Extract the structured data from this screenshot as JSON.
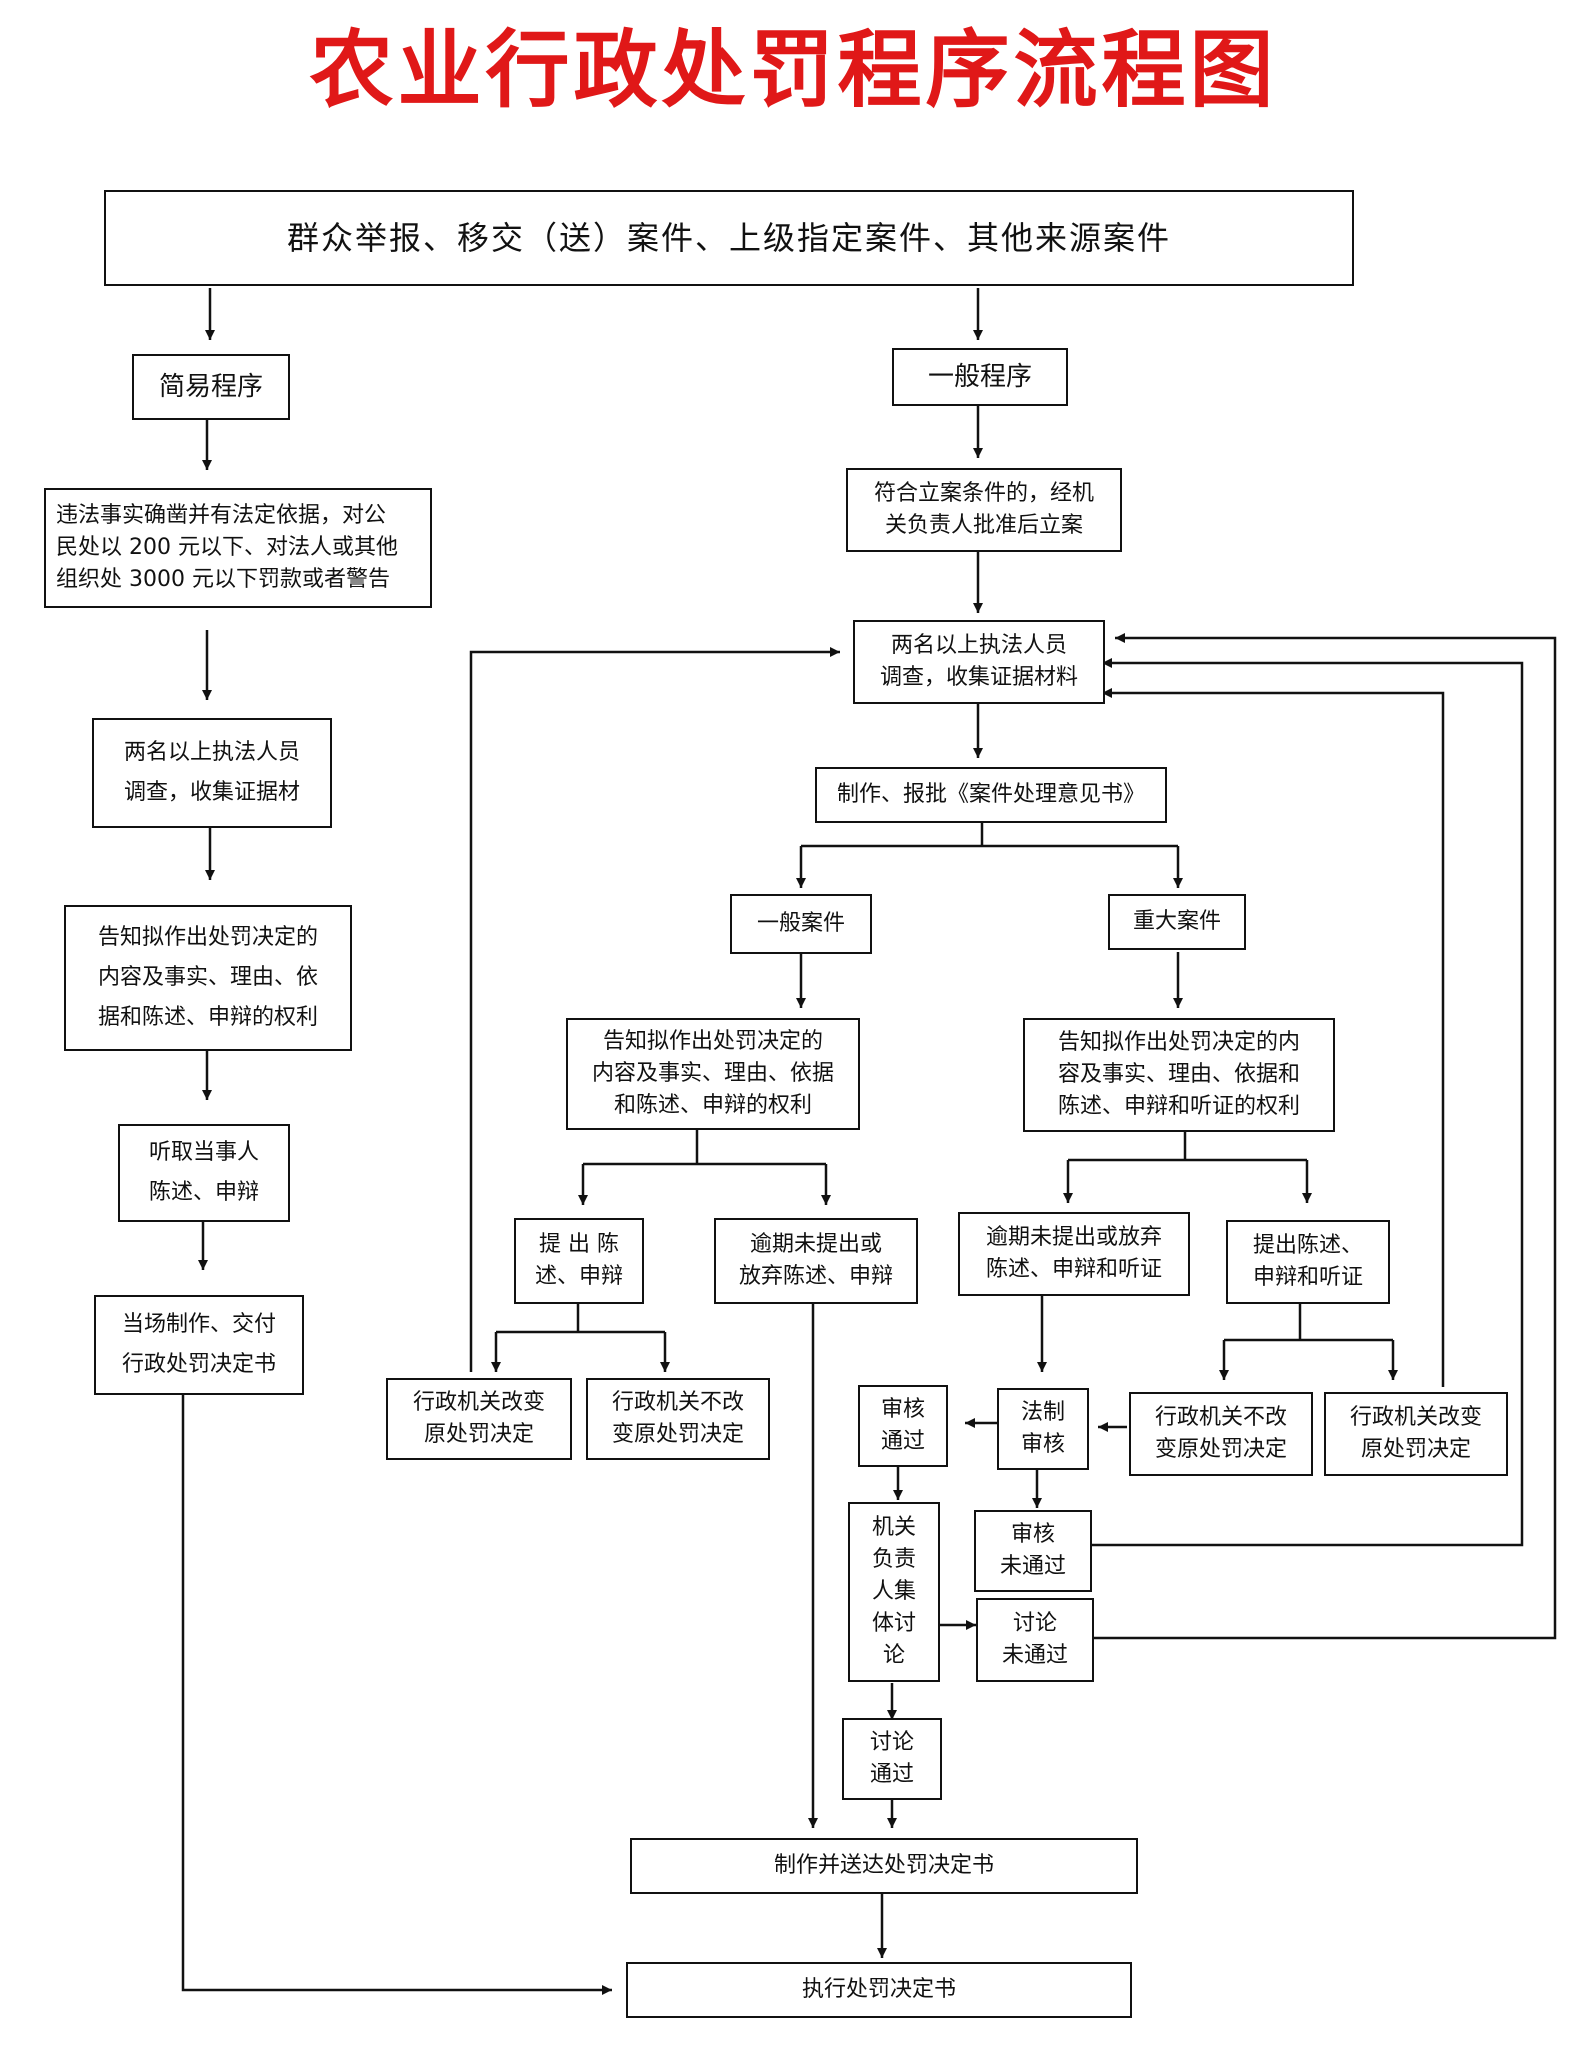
{
  "title": "农业行政处罚程序流程图",
  "nodes": {
    "source": "群众举报、移交（送）案件、上级指定案件、其他来源案件",
    "simple_procedure": "简易程序",
    "general_procedure": "一般程序",
    "simple_condition": "违法事实确凿并有法定依据，对公\n民处以 200 元以下、对法人或其他\n组织处 3000 元以下罚款或者警告",
    "simple_investigate": "两名以上执法人员\n调查，收集证据材",
    "simple_notify": "告知拟作出处罚决定的\n内容及事实、理由、依\n据和陈述、申辩的权利",
    "simple_hear": "听取当事人\n陈述、申辩",
    "simple_decision": "当场制作、交付\n行政处罚决定书",
    "filing": "符合立案条件的，经机\n关负责人批准后立案",
    "investigate": "两名以上执法人员\n调查，收集证据材料",
    "opinion": "制作、报批《案件处理意见书》",
    "ordinary_case": "一般案件",
    "major_case": "重大案件",
    "ordinary_notify": "告知拟作出处罚决定的\n内容及事实、理由、依据\n和陈述、申辩的权利",
    "major_notify": "告知拟作出处罚决定的内\n容及事实、理由、依据和\n陈述、申辩和听证的权利",
    "ordinary_statement": "提 出 陈\n述、申辩",
    "ordinary_overdue": "逾期未提出或\n放弃陈述、申辩",
    "major_overdue": "逾期未提出或放弃\n陈述、申辩和听证",
    "major_statement": "提出陈述、\n申辩和听证",
    "ord_change": "行政机关改变\n原处罚决定",
    "ord_nochange": "行政机关不改\n变原处罚决定",
    "legal_review": "法制\n审核",
    "maj_nochange": "行政机关不改\n变原处罚决定",
    "maj_change": "行政机关改变\n原处罚决定",
    "review_pass": "审核\n通过",
    "review_fail": "审核\n未通过",
    "collective": "机关\n负责\n人集\n体讨\n论",
    "discuss_fail": "讨论\n未通过",
    "discuss_pass": "讨论\n通过",
    "make_deliver": "制作并送达处罚决定书",
    "execute": "执行处罚决定书"
  }
}
